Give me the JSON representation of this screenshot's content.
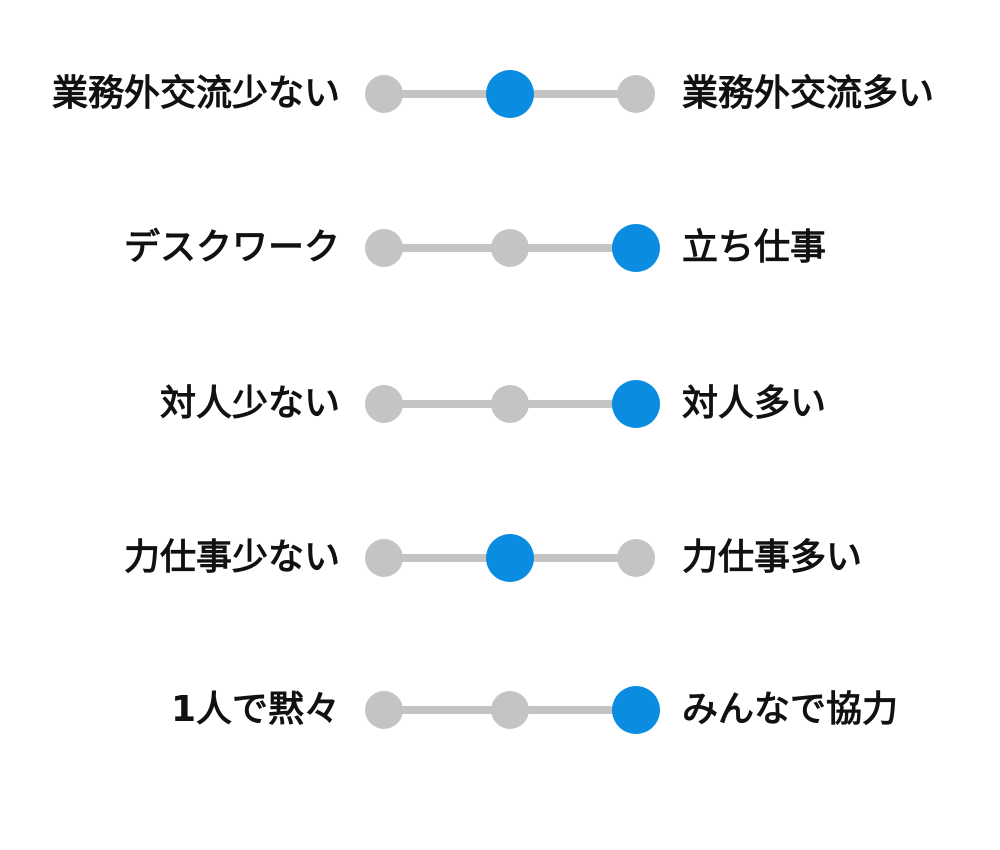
{
  "colors": {
    "active": "#0a8de0",
    "inactive": "#c4c4c4",
    "text": "#111111"
  },
  "scales": [
    {
      "left_label": "業務外交流少ない",
      "right_label": "業務外交流多い",
      "selected": 2,
      "steps": 3
    },
    {
      "left_label": "デスクワーク",
      "right_label": "立ち仕事",
      "selected": 3,
      "steps": 3
    },
    {
      "left_label": "対人少ない",
      "right_label": "対人多い",
      "selected": 3,
      "steps": 3
    },
    {
      "left_label": "力仕事少ない",
      "right_label": "力仕事多い",
      "selected": 2,
      "steps": 3
    },
    {
      "left_label": "1人で黙々",
      "right_label": "みんなで協力",
      "selected": 3,
      "steps": 3
    }
  ]
}
